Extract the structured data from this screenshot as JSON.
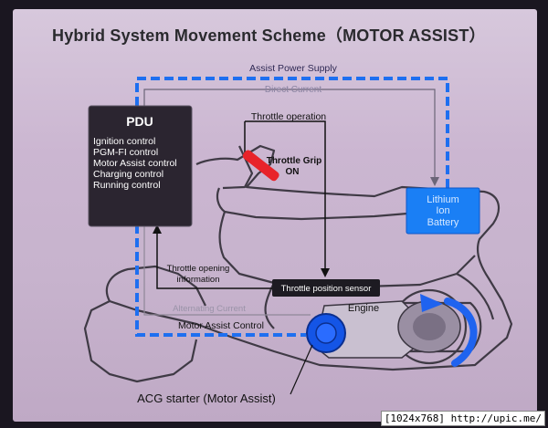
{
  "title": "Hybrid System Movement Scheme（MOTOR ASSIST）",
  "labels": {
    "assist_power_supply": "Assist Power Supply",
    "direct_current": "Direct Current",
    "throttle_operation": "Throttle operation",
    "throttle_grip": "Throttle Grip",
    "throttle_grip_state": "ON",
    "throttle_opening_info_line1": "Throttle opening",
    "throttle_opening_info_line2": "information",
    "throttle_position_sensor": "Throttle position sensor",
    "alternating_current": "Alternating Current",
    "motor_assist_control": "Motor Assist Control",
    "engine": "Engine",
    "acg_starter": "ACG starter (Motor Assist)"
  },
  "pdu": {
    "title": "PDU",
    "items": [
      "Ignition control",
      "PGM-FI control",
      "Motor Assist control",
      "Charging control",
      "Running control"
    ]
  },
  "battery": {
    "line1": "Lithium",
    "line2": "Ion",
    "line3": "Battery"
  },
  "watermark": "[1024x768] http://upic.me/",
  "colors": {
    "assist_line": "#1e6ff0",
    "pdu_box": "#2b2530",
    "battery_box": "#1a7ff5",
    "sensor_box": "#1d1b22",
    "throttle_grip": "#e8232a",
    "motor": "#1455e6"
  }
}
